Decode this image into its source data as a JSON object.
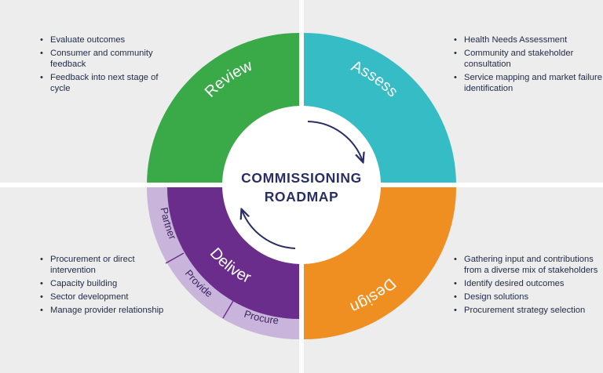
{
  "center": {
    "line1": "COMMISSIONING",
    "line2": "ROADMAP"
  },
  "segments": {
    "review": "Review",
    "assess": "Assess",
    "design": "Design",
    "deliver": "Deliver"
  },
  "deliver_sub": {
    "partner": "Partner",
    "provide": "Provide",
    "procure": "Procure"
  },
  "colors": {
    "review": "#3aaa48",
    "assess": "#36bcc4",
    "design": "#f08f21",
    "deliver": "#6b2d8c",
    "deliver_ring": "#c9b5dc",
    "center_text": "#2a2e66",
    "arrow": "#2a2e66",
    "background": "#ededed"
  },
  "review_list": [
    "Evaluate outcomes",
    "Consumer and community feedback",
    "Feedback into next stage of cycle"
  ],
  "assess_list": [
    "Health Needs Assessment",
    "Community and stakeholder consultation",
    "Service mapping and market failure identification"
  ],
  "deliver_list": [
    "Procurement or direct intervention",
    "Capacity building",
    "Sector development",
    "Manage provider relationship"
  ],
  "design_list": [
    "Gathering input and contributions from a diverse mix of stakeholders",
    "Identify desired outcomes",
    "Design solutions",
    "Procurement strategy selection"
  ]
}
